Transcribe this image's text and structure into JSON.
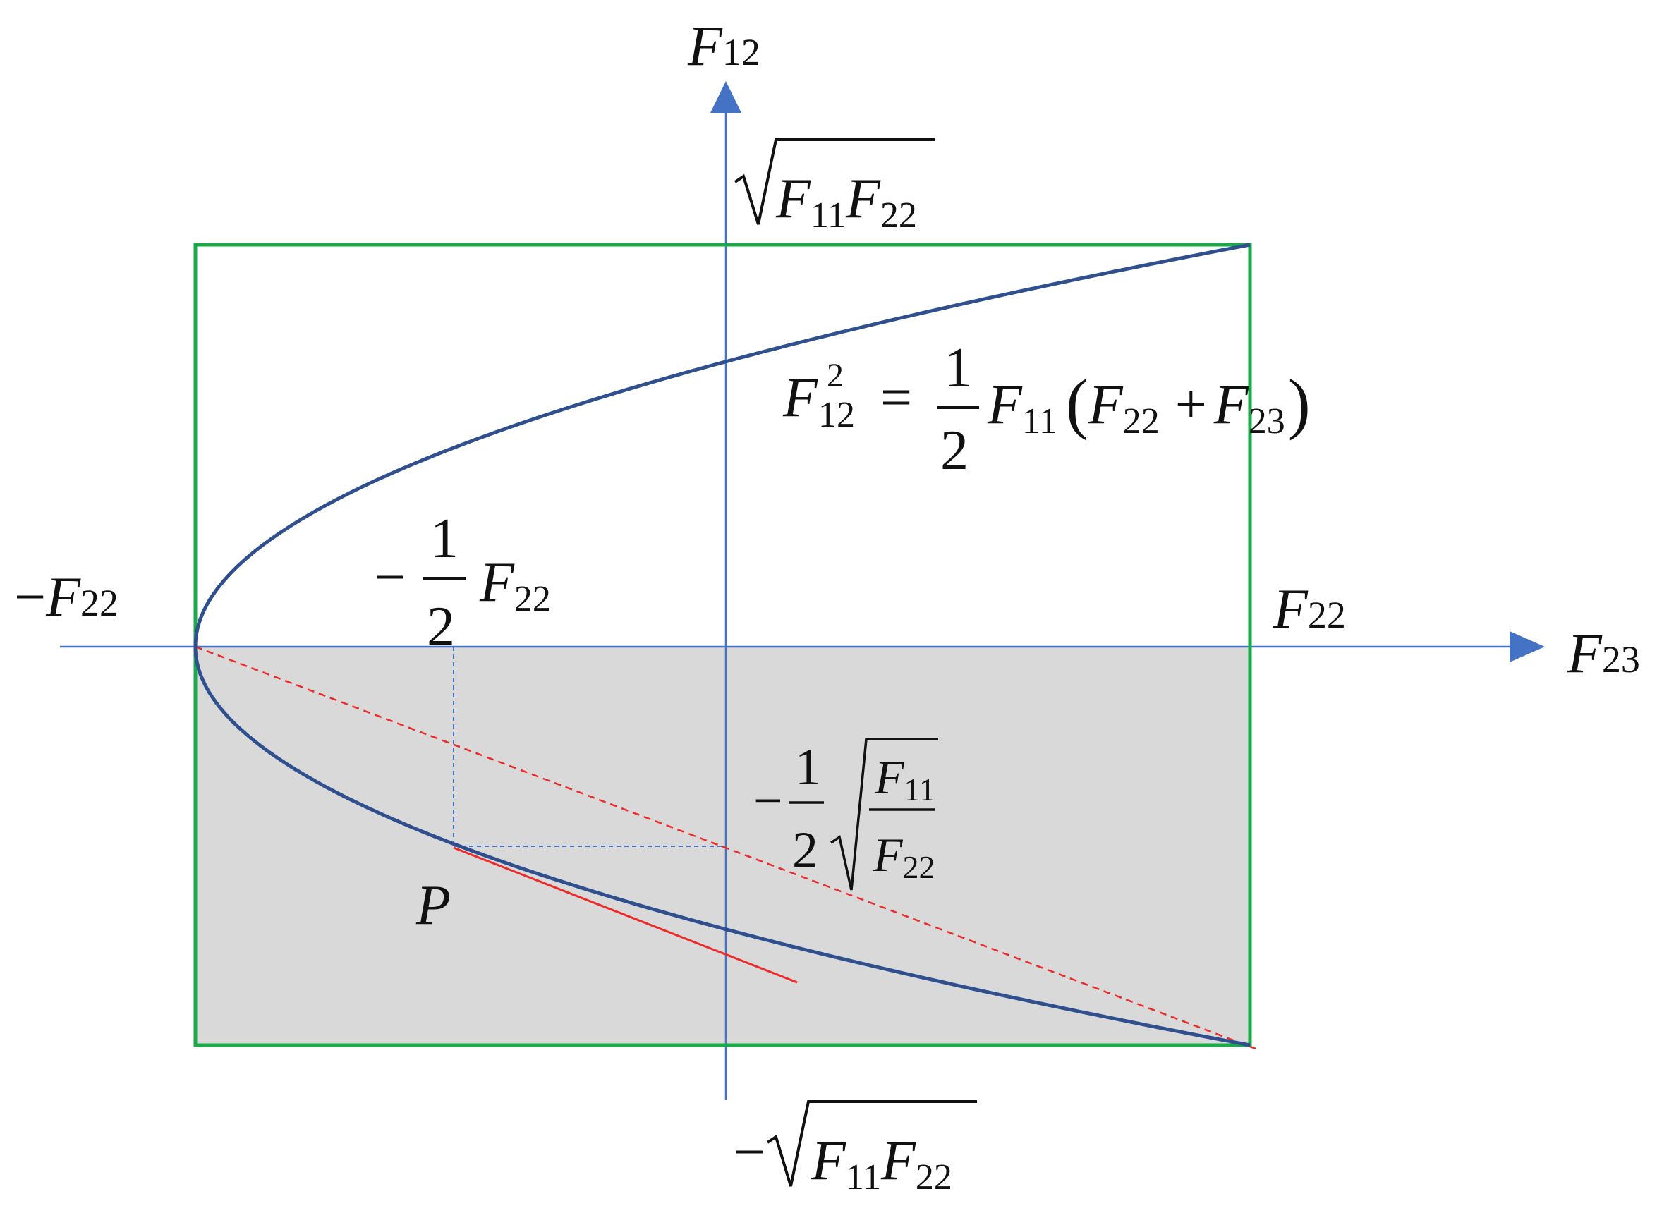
{
  "colors": {
    "axis": "#4472c4",
    "curve": "#2f4f8f",
    "box": "#1aaa4a",
    "shade": "#d9d9d9",
    "tangent": "#ee2a2a",
    "guide": "#4472c4",
    "text": "#111111"
  },
  "axes": {
    "vertical": {
      "letter": "F",
      "sub": "12"
    },
    "horizontal": {
      "letter": "F",
      "sub": "23"
    }
  },
  "labels": {
    "top": {
      "letter1": "F",
      "sub1": "11",
      "letter2": "F",
      "sub2": "22"
    },
    "bottom": {
      "minus": "−",
      "letter1": "F",
      "sub1": "11",
      "letter2": "F",
      "sub2": "22"
    },
    "left": {
      "minus": "−",
      "letter": "F",
      "sub": "22"
    },
    "right": {
      "letter": "F",
      "sub": "22"
    },
    "vertex_half": {
      "minus": "−",
      "num": "1",
      "den": "2",
      "letter": "F",
      "sub": "22"
    },
    "slope": {
      "minus": "−",
      "num": "1",
      "den": "2",
      "top_letter": "F",
      "top_sub": "11",
      "bot_letter": "F",
      "bot_sub": "22"
    },
    "point": "P",
    "equation": {
      "lhs_letter": "F",
      "lhs_sub": "12",
      "lhs_sup": "2",
      "equals": "=",
      "num": "1",
      "den": "2",
      "f11_letter": "F",
      "f11_sub": "11",
      "open": "(",
      "a_letter": "F",
      "a_sub": "22",
      "plus": "+",
      "b_letter": "F",
      "b_sub": "23",
      "close": ")"
    }
  }
}
